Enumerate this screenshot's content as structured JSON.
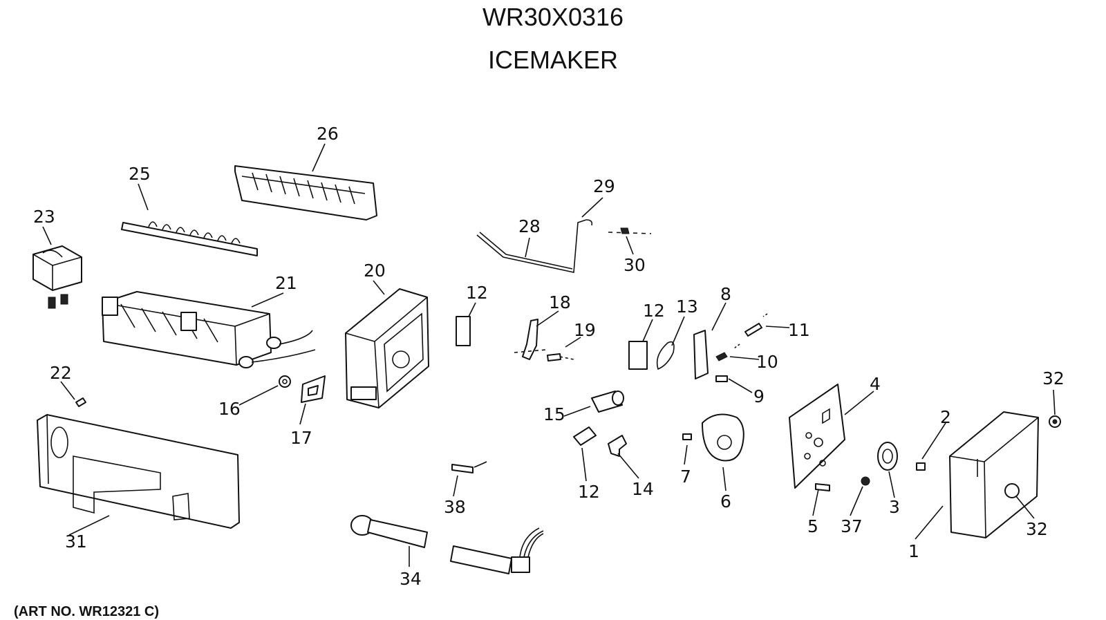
{
  "header": {
    "model": "WR30X0316",
    "name": "ICEMAKER"
  },
  "callouts": [
    "1",
    "2",
    "3",
    "4",
    "5",
    "6",
    "7",
    "8",
    "9",
    "10",
    "11",
    "12",
    "12",
    "12",
    "13",
    "14",
    "15",
    "16",
    "17",
    "18",
    "19",
    "20",
    "21",
    "22",
    "23",
    "25",
    "26",
    "28",
    "29",
    "30",
    "31",
    "32",
    "32",
    "34",
    "37",
    "38"
  ],
  "footer": {
    "art_no": "(ART NO. WR12321 C)"
  }
}
